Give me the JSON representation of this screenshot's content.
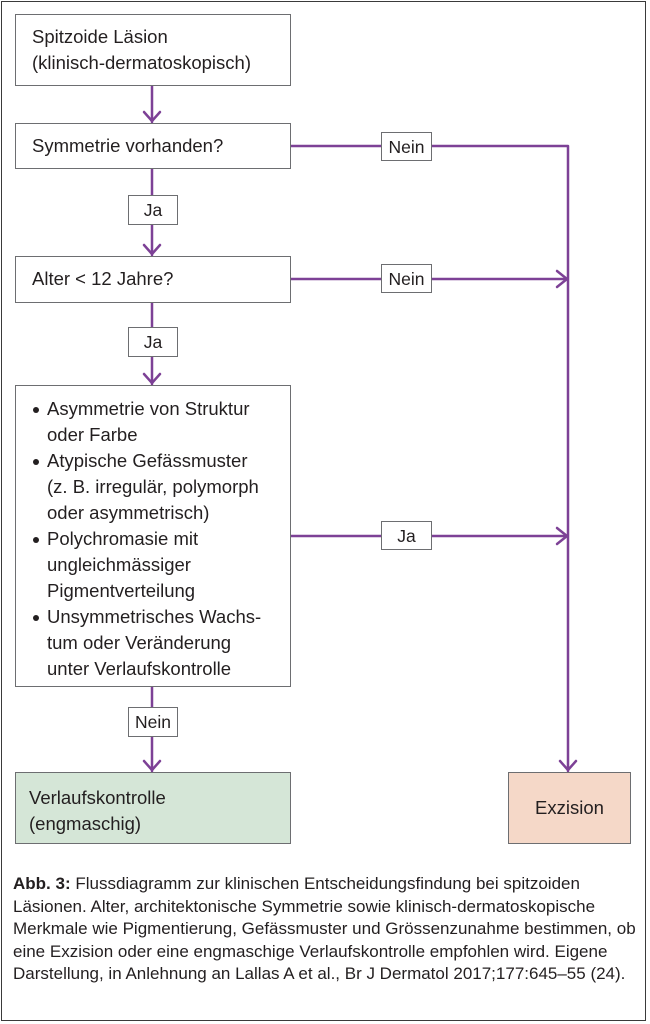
{
  "colors": {
    "connector": "#7d4196",
    "box_border": "#6d6e71",
    "follow_up_fill": "#d5e6d7",
    "excision_fill": "#f5d8c8",
    "frame_border": "#3a3a3a"
  },
  "nodes": {
    "start": {
      "lines": [
        "Spitzoide Läsion",
        "(klinisch-dermatoskopisch)"
      ]
    },
    "symmetry": {
      "text": "Symmetrie vorhanden?"
    },
    "age": {
      "text": "Alter < 12 Jahre?"
    },
    "criteria": {
      "items": [
        {
          "lines": [
            "Asymmetrie von Struktur",
            "oder Farbe"
          ]
        },
        {
          "lines": [
            "Atypische Gefässmuster",
            "(z. B. irregulär, polymorph",
            "oder asymmetrisch)"
          ]
        },
        {
          "lines": [
            "Polychromasie mit",
            "ungleichmässiger",
            "Pigmentverteilung"
          ]
        },
        {
          "lines": [
            "Unsymmetrisches Wachs-",
            "tum oder Veränderung",
            "unter Verlaufskontrolle"
          ]
        }
      ]
    },
    "follow_up": {
      "lines": [
        "Verlaufskontrolle",
        "(engmaschig)"
      ]
    },
    "excision": {
      "text": "Exzision"
    }
  },
  "edges": {
    "symmetry_yes": "Ja",
    "age_yes": "Ja",
    "criteria_no": "Nein",
    "symmetry_no": "Nein",
    "age_no": "Nein",
    "criteria_yes": "Ja"
  },
  "caption": {
    "label": "Abb. 3:",
    "text": " Flussdiagramm zur klinischen Entscheidungsfindung bei spitzoiden Läsionen. Alter, architektonische Symmetrie sowie klinisch-dermatoskopische Merkmale wie Pigmentierung, Gefässmuster und Grössenzunahme bestimmen, ob eine Exzision oder eine engmaschige Verlaufskontrolle empfohlen wird. Eigene Darstellung, in Anlehnung an Lallas A et al., Br J Dermatol 2017;177:645–55 (24)."
  }
}
